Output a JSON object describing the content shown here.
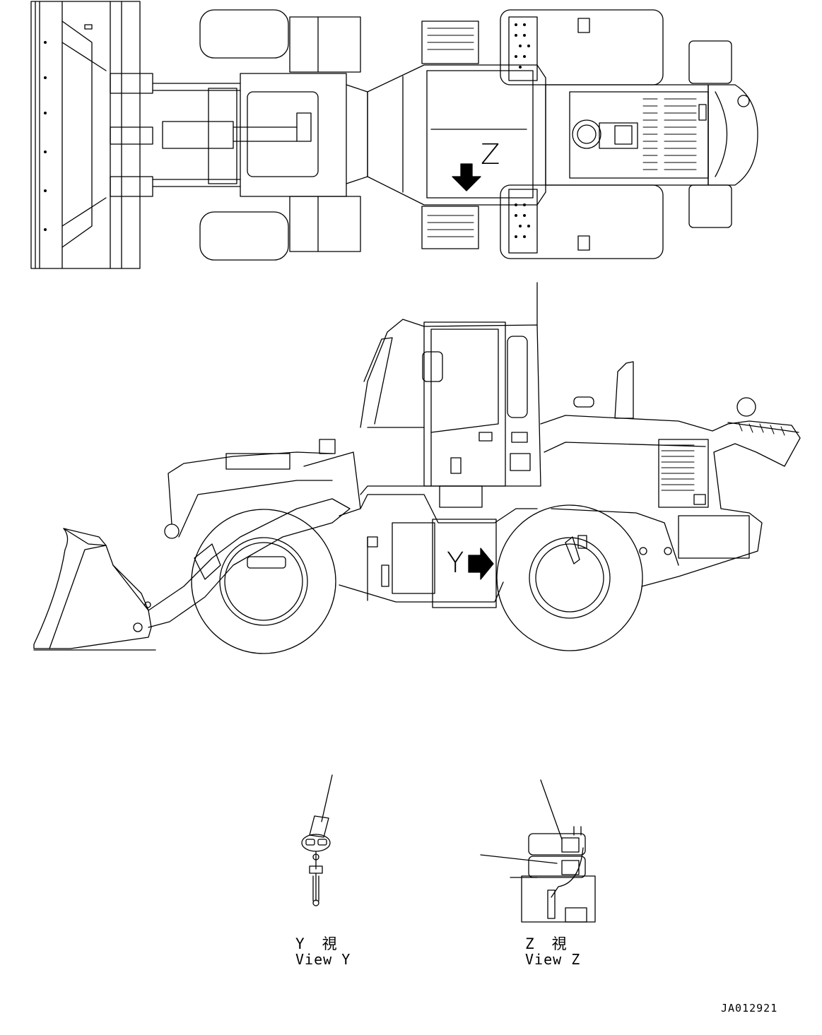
{
  "markers": {
    "z_letter": "Z",
    "y_letter": "Y"
  },
  "views": {
    "y": {
      "jp": "Y　視",
      "en": "View Y"
    },
    "z": {
      "jp": "Z　視",
      "en": "View Z"
    }
  },
  "drawing_id": "JA012921"
}
